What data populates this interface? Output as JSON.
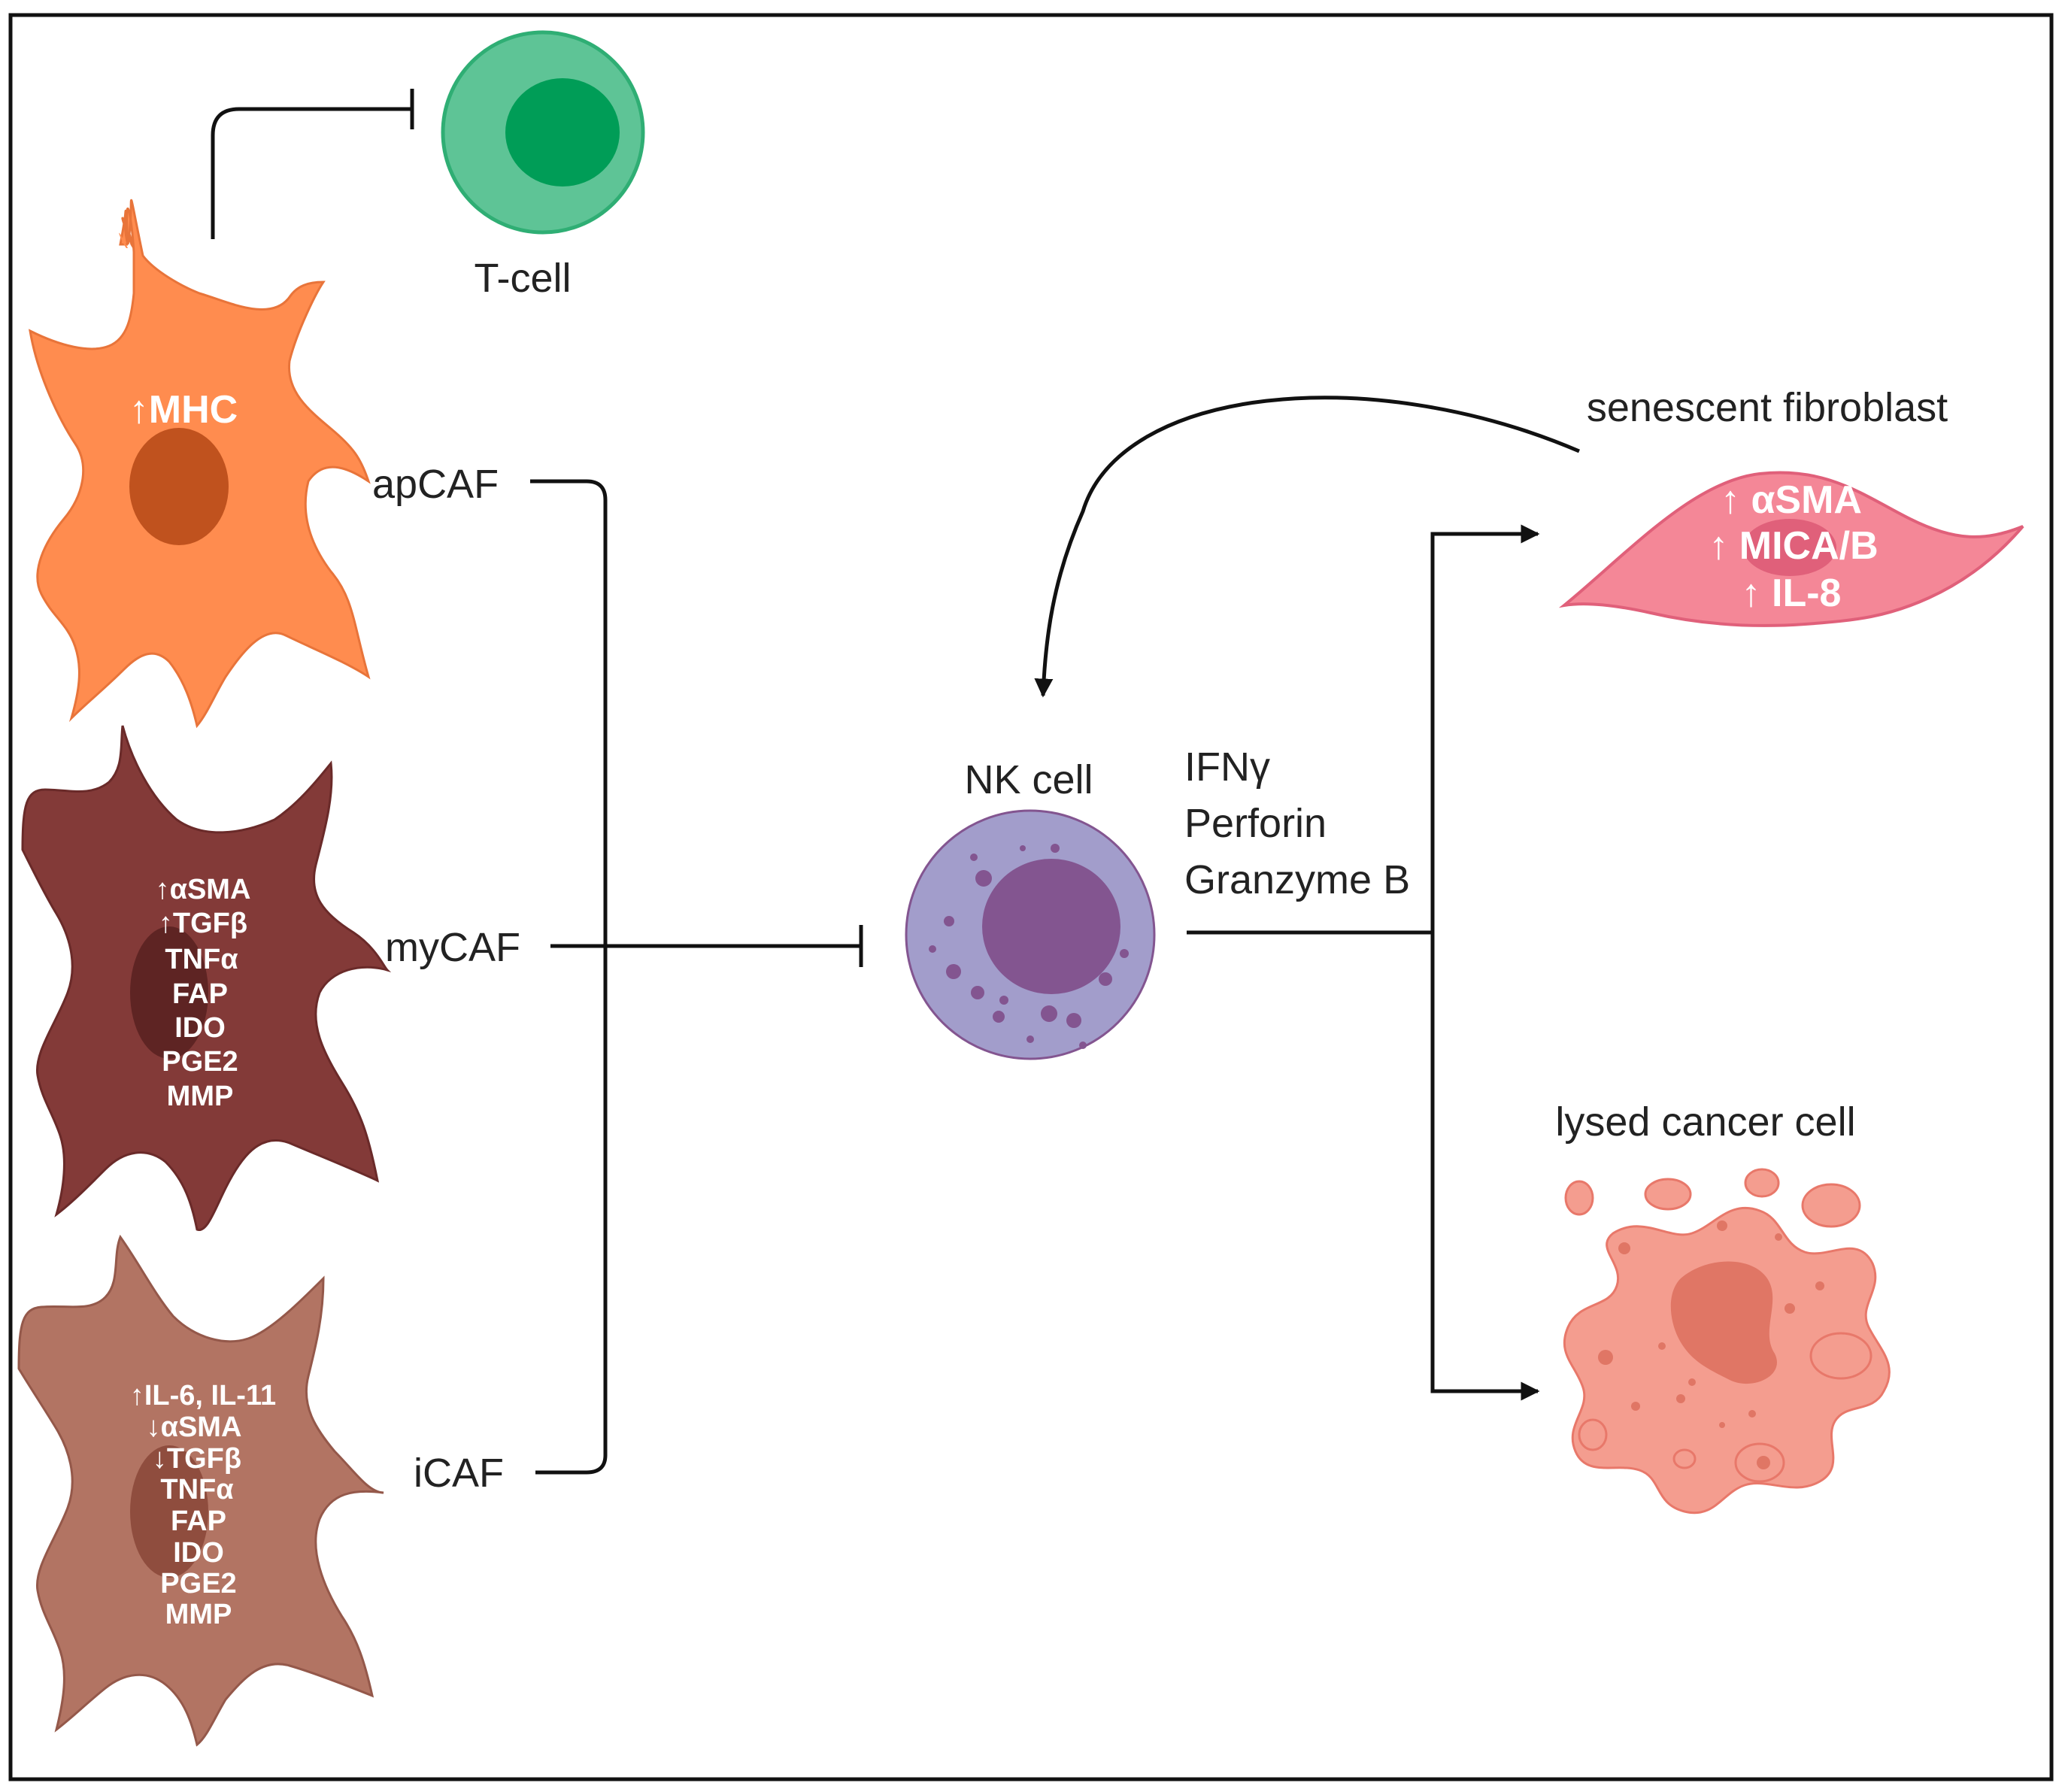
{
  "labels": {
    "t_cell": "T-cell",
    "apcaf": "apCAF",
    "mycaf": "myCAF",
    "icaf": "iCAF",
    "nk_cell": "NK cell",
    "senescent_fibroblast": "senescent fibroblast",
    "lysed_cancer_cell": "lysed cancer cell"
  },
  "nk_effectors": [
    "IFNγ",
    "Perforin",
    "Granzyme B"
  ],
  "apcaf_markers": [
    "↑MHC"
  ],
  "mycaf_markers": [
    "↑αSMA",
    "↑TGFβ",
    "TNFα",
    "FAP",
    "IDO",
    "PGE2",
    "MMP"
  ],
  "icaf_markers": [
    "↑IL-6, IL-11",
    "↓αSMA",
    "↓TGFβ",
    "TNFα",
    "FAP",
    "IDO",
    "PGE2",
    "MMP"
  ],
  "senescent_markers": [
    "↑ αSMA",
    "↑ MICA/B",
    "↑ IL-8"
  ],
  "colors": {
    "apcaf": "#FF8C4F",
    "apcaf_nucleus": "#C0521E",
    "mycaf": "#833A38",
    "mycaf_nucleus": "#5E2423",
    "icaf": "#B27463",
    "icaf_nucleus": "#8F4D3E",
    "t_cell": "#5EC496",
    "t_cell_nucleus": "#009D57",
    "nk_cell": "#A29DCB",
    "nk_nucleus": "#835590",
    "senescent": "#F48797",
    "senescent_nucleus": "#E0607A",
    "lysed": "#F49D8F",
    "lysed_nucleus": "#E07665"
  }
}
